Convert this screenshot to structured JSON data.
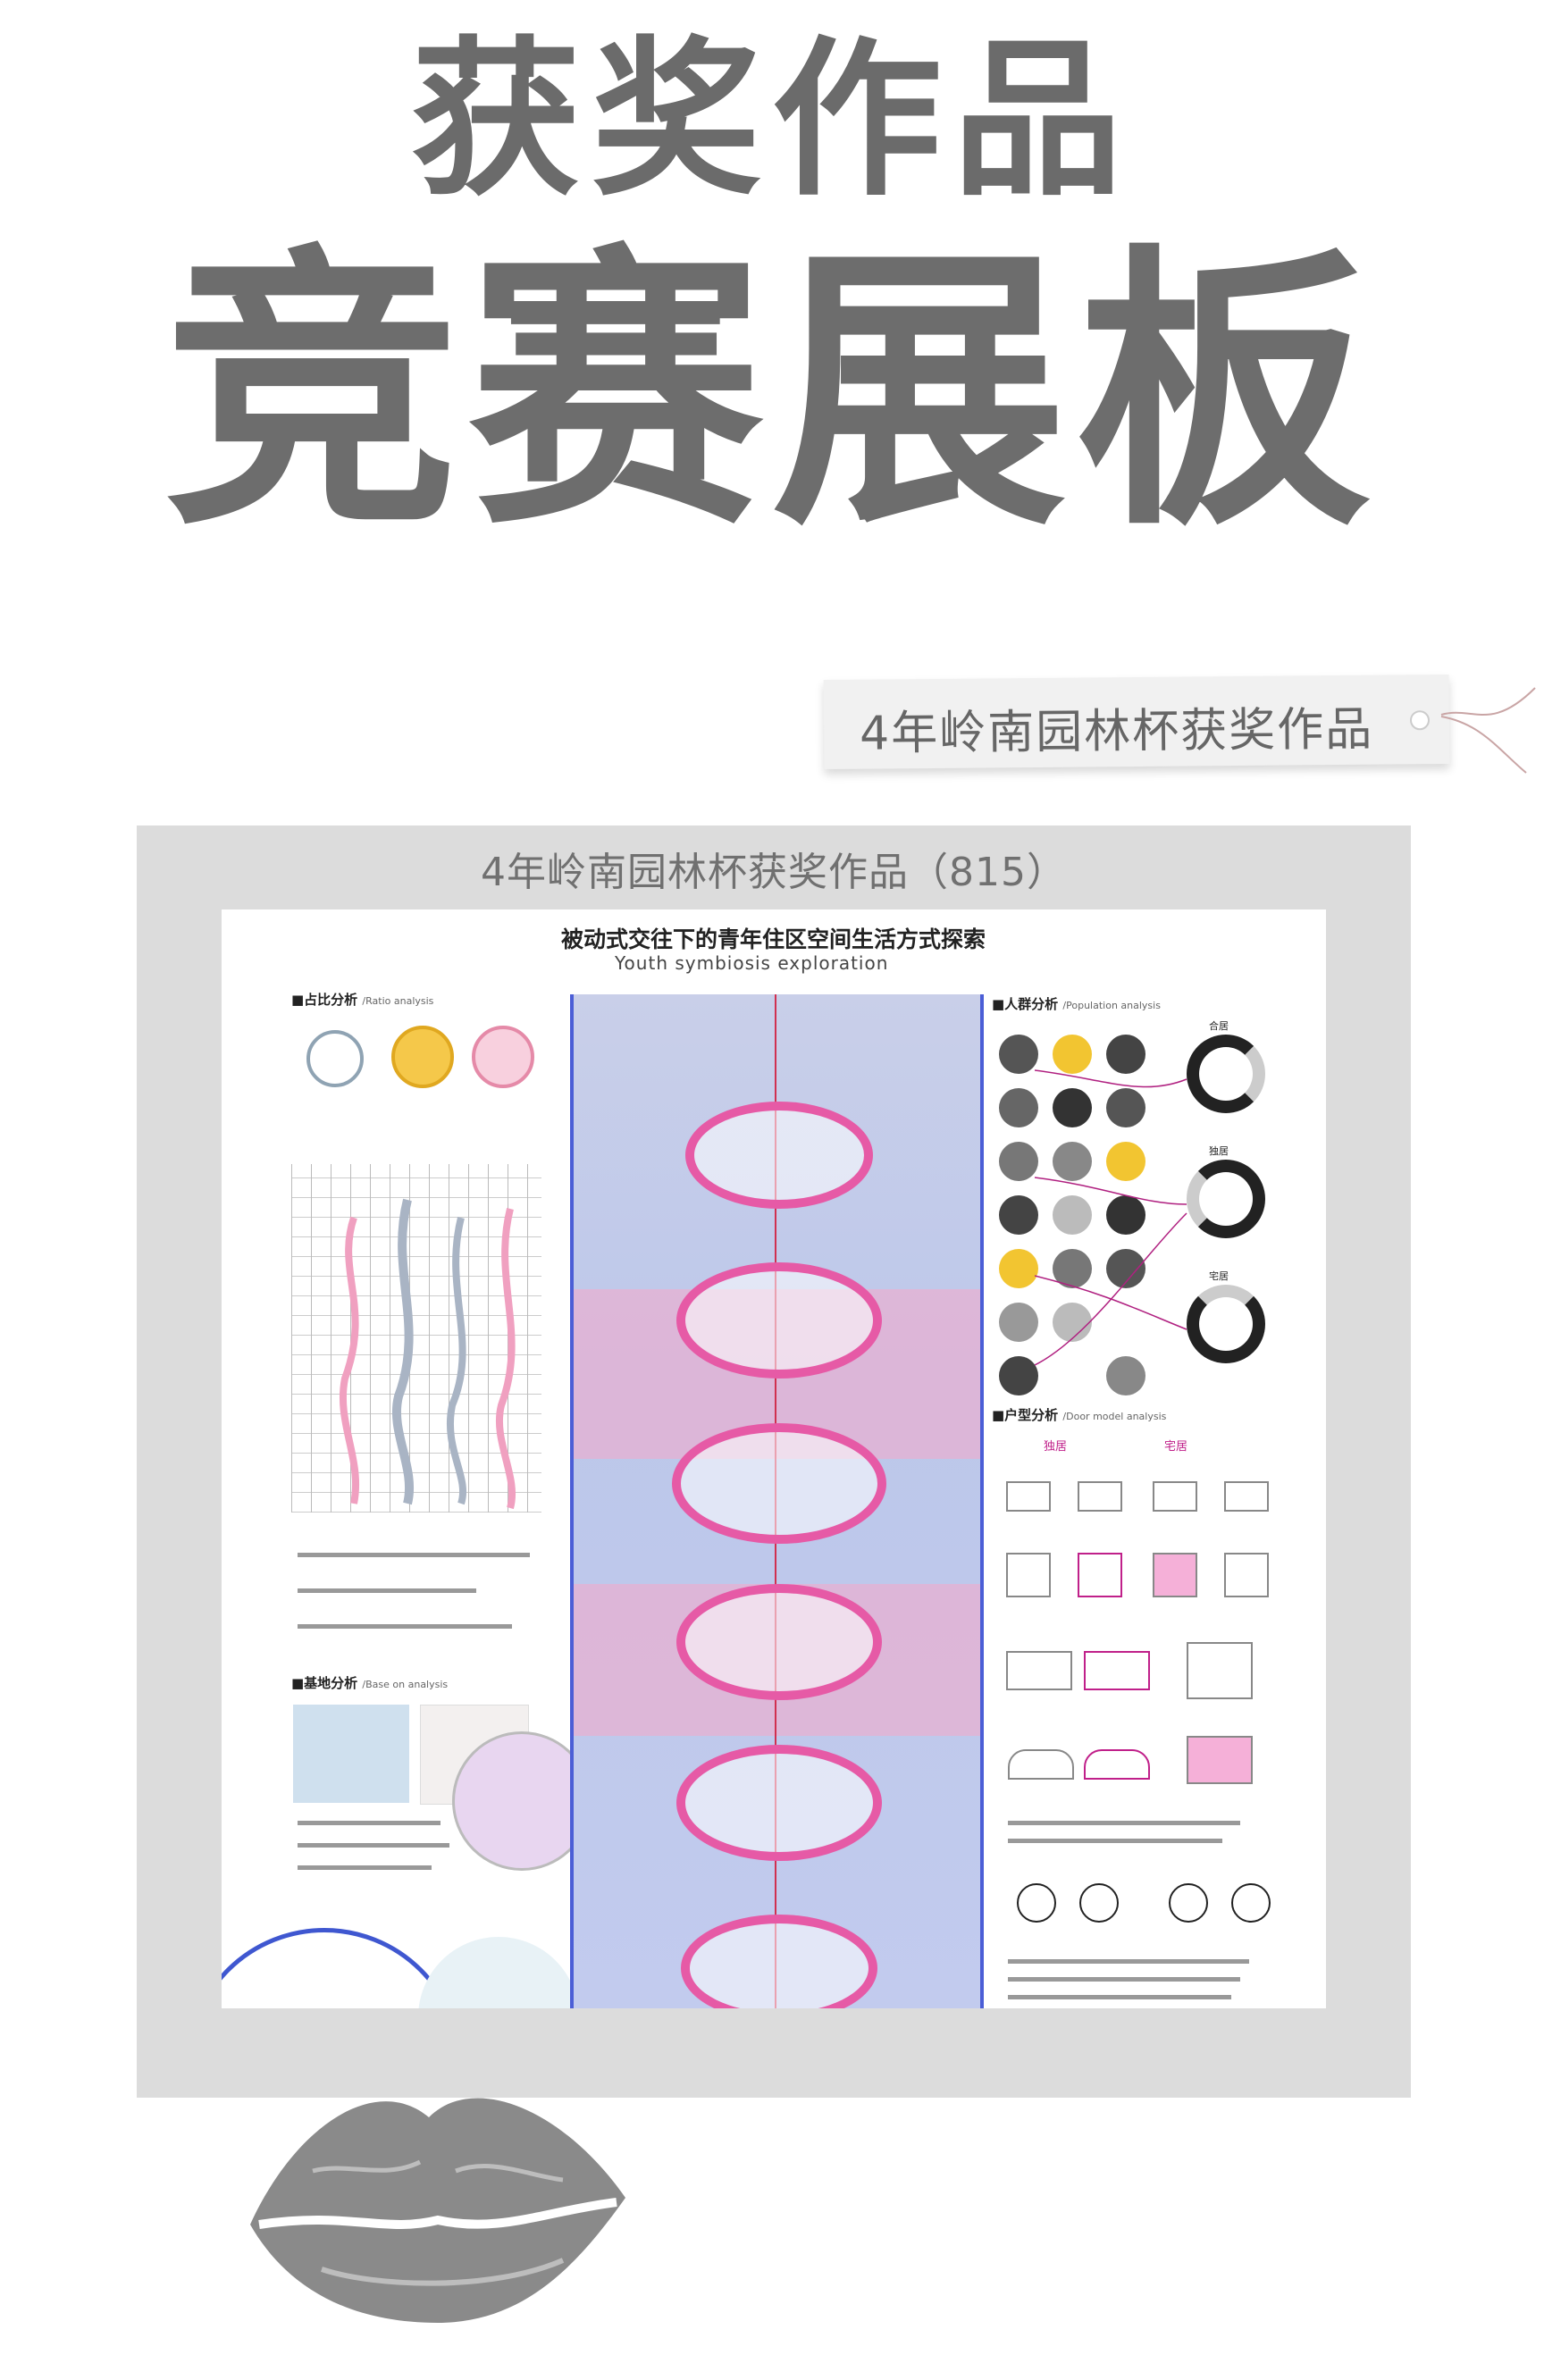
{
  "header": {
    "top_title": "获奖作品",
    "main_title": "竞赛展板"
  },
  "tag": {
    "label": "4年岭南园林杯获奖作品"
  },
  "frame": {
    "caption": "4年岭南园林杯获奖作品（815）"
  },
  "board": {
    "title": "被动式交往下的青年住区空间生活方式探索",
    "subtitle": "Youth symbiosis exploration",
    "sections": {
      "ratio": {
        "cn": "■占比分析",
        "en": "/Ratio analysis"
      },
      "base": {
        "cn": "■基地分析",
        "en": "/Base on analysis"
      },
      "population": {
        "cn": "■人群分析",
        "en": "/Population analysis"
      },
      "door": {
        "cn": "■户型分析",
        "en": "/Door model analysis"
      }
    },
    "population_labels": [
      "合居",
      "独居",
      "宅居"
    ],
    "door_labels": [
      "独居",
      "宅居"
    ],
    "colors": {
      "pink": "#e65aa6",
      "blue_border": "#4b5ed6",
      "panel_bg": "#c2cbee",
      "yellow": "#f2c531"
    }
  }
}
